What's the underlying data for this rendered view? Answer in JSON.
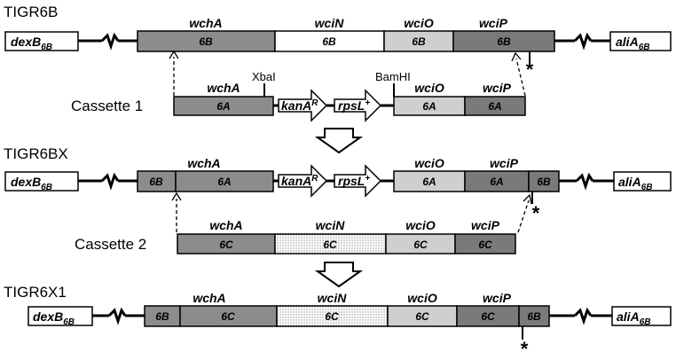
{
  "title": "",
  "rows": {
    "tigr6b": {
      "label": "TIGR6B",
      "left_flank": {
        "name": "dexB",
        "sub": "6B"
      },
      "right_flank": {
        "name": "aliA",
        "sub": "6B"
      },
      "genes": [
        "wchA",
        "wciN",
        "wciO",
        "wciP"
      ],
      "segments": [
        "6B",
        "6B",
        "6B",
        "6B"
      ],
      "mutation_mark": "*"
    },
    "cassette1": {
      "label": "Cassette 1",
      "sites": [
        "XbaI",
        "BamHI"
      ],
      "genes": [
        "wchA",
        "wciO",
        "wciP"
      ],
      "segments": [
        "6A",
        "6A",
        "6A"
      ],
      "markers": [
        {
          "name": "kanA",
          "sup": "R"
        },
        {
          "name": "rpsL",
          "sup": "+"
        }
      ]
    },
    "tigr6bx": {
      "label": "TIGR6BX",
      "left_flank": {
        "name": "dexB",
        "sub": "6B"
      },
      "right_flank": {
        "name": "aliA",
        "sub": "6B"
      },
      "genes": [
        "wchA",
        "wciO",
        "wciP"
      ],
      "segments": [
        "6B",
        "6A",
        "6A",
        "6A",
        "6B"
      ],
      "markers": [
        {
          "name": "kanA",
          "sup": "R"
        },
        {
          "name": "rpsL",
          "sup": "+"
        }
      ],
      "mutation_mark": "*"
    },
    "cassette2": {
      "label": "Cassette 2",
      "genes": [
        "wchA",
        "wciN",
        "wciO",
        "wciP"
      ],
      "segments": [
        "6C",
        "6C",
        "6C",
        "6C"
      ]
    },
    "tigr6x1": {
      "label": "TIGR6X1",
      "left_flank": {
        "name": "dexB",
        "sub": "6B"
      },
      "right_flank": {
        "name": "aliA",
        "sub": "6B"
      },
      "genes": [
        "wchA",
        "wciN",
        "wciO",
        "wciP"
      ],
      "segments": [
        "6B",
        "6C",
        "6C",
        "6C",
        "6C",
        "6B"
      ],
      "mutation_mark": "*"
    }
  },
  "colors": {
    "dark_gray": "#8c8c8c",
    "medium_gray": "#7a7a7a",
    "light_gray": "#cfcfcf",
    "white": "#ffffff",
    "outline": "#000000",
    "dotted_pattern": "#9a9a9a"
  }
}
